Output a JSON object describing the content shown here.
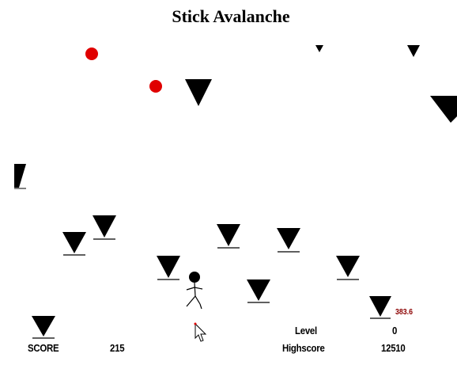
{
  "title": "Stick Avalanche",
  "hud": {
    "score_label": "SCORE",
    "score_value": "215",
    "level_label": "Level",
    "level_value": "0",
    "highscore_label": "Highscore",
    "highscore_value": "12510",
    "timer_value": "383.6"
  },
  "colors": {
    "background": "#ffffff",
    "spike": "#000000",
    "ball": "#e00000",
    "timer": "#8b0000"
  },
  "icons": {
    "player": "stick-figure-icon",
    "spike": "triangle-down-icon",
    "ball": "red-ball-icon",
    "cursor": "mouse-pointer-icon"
  }
}
